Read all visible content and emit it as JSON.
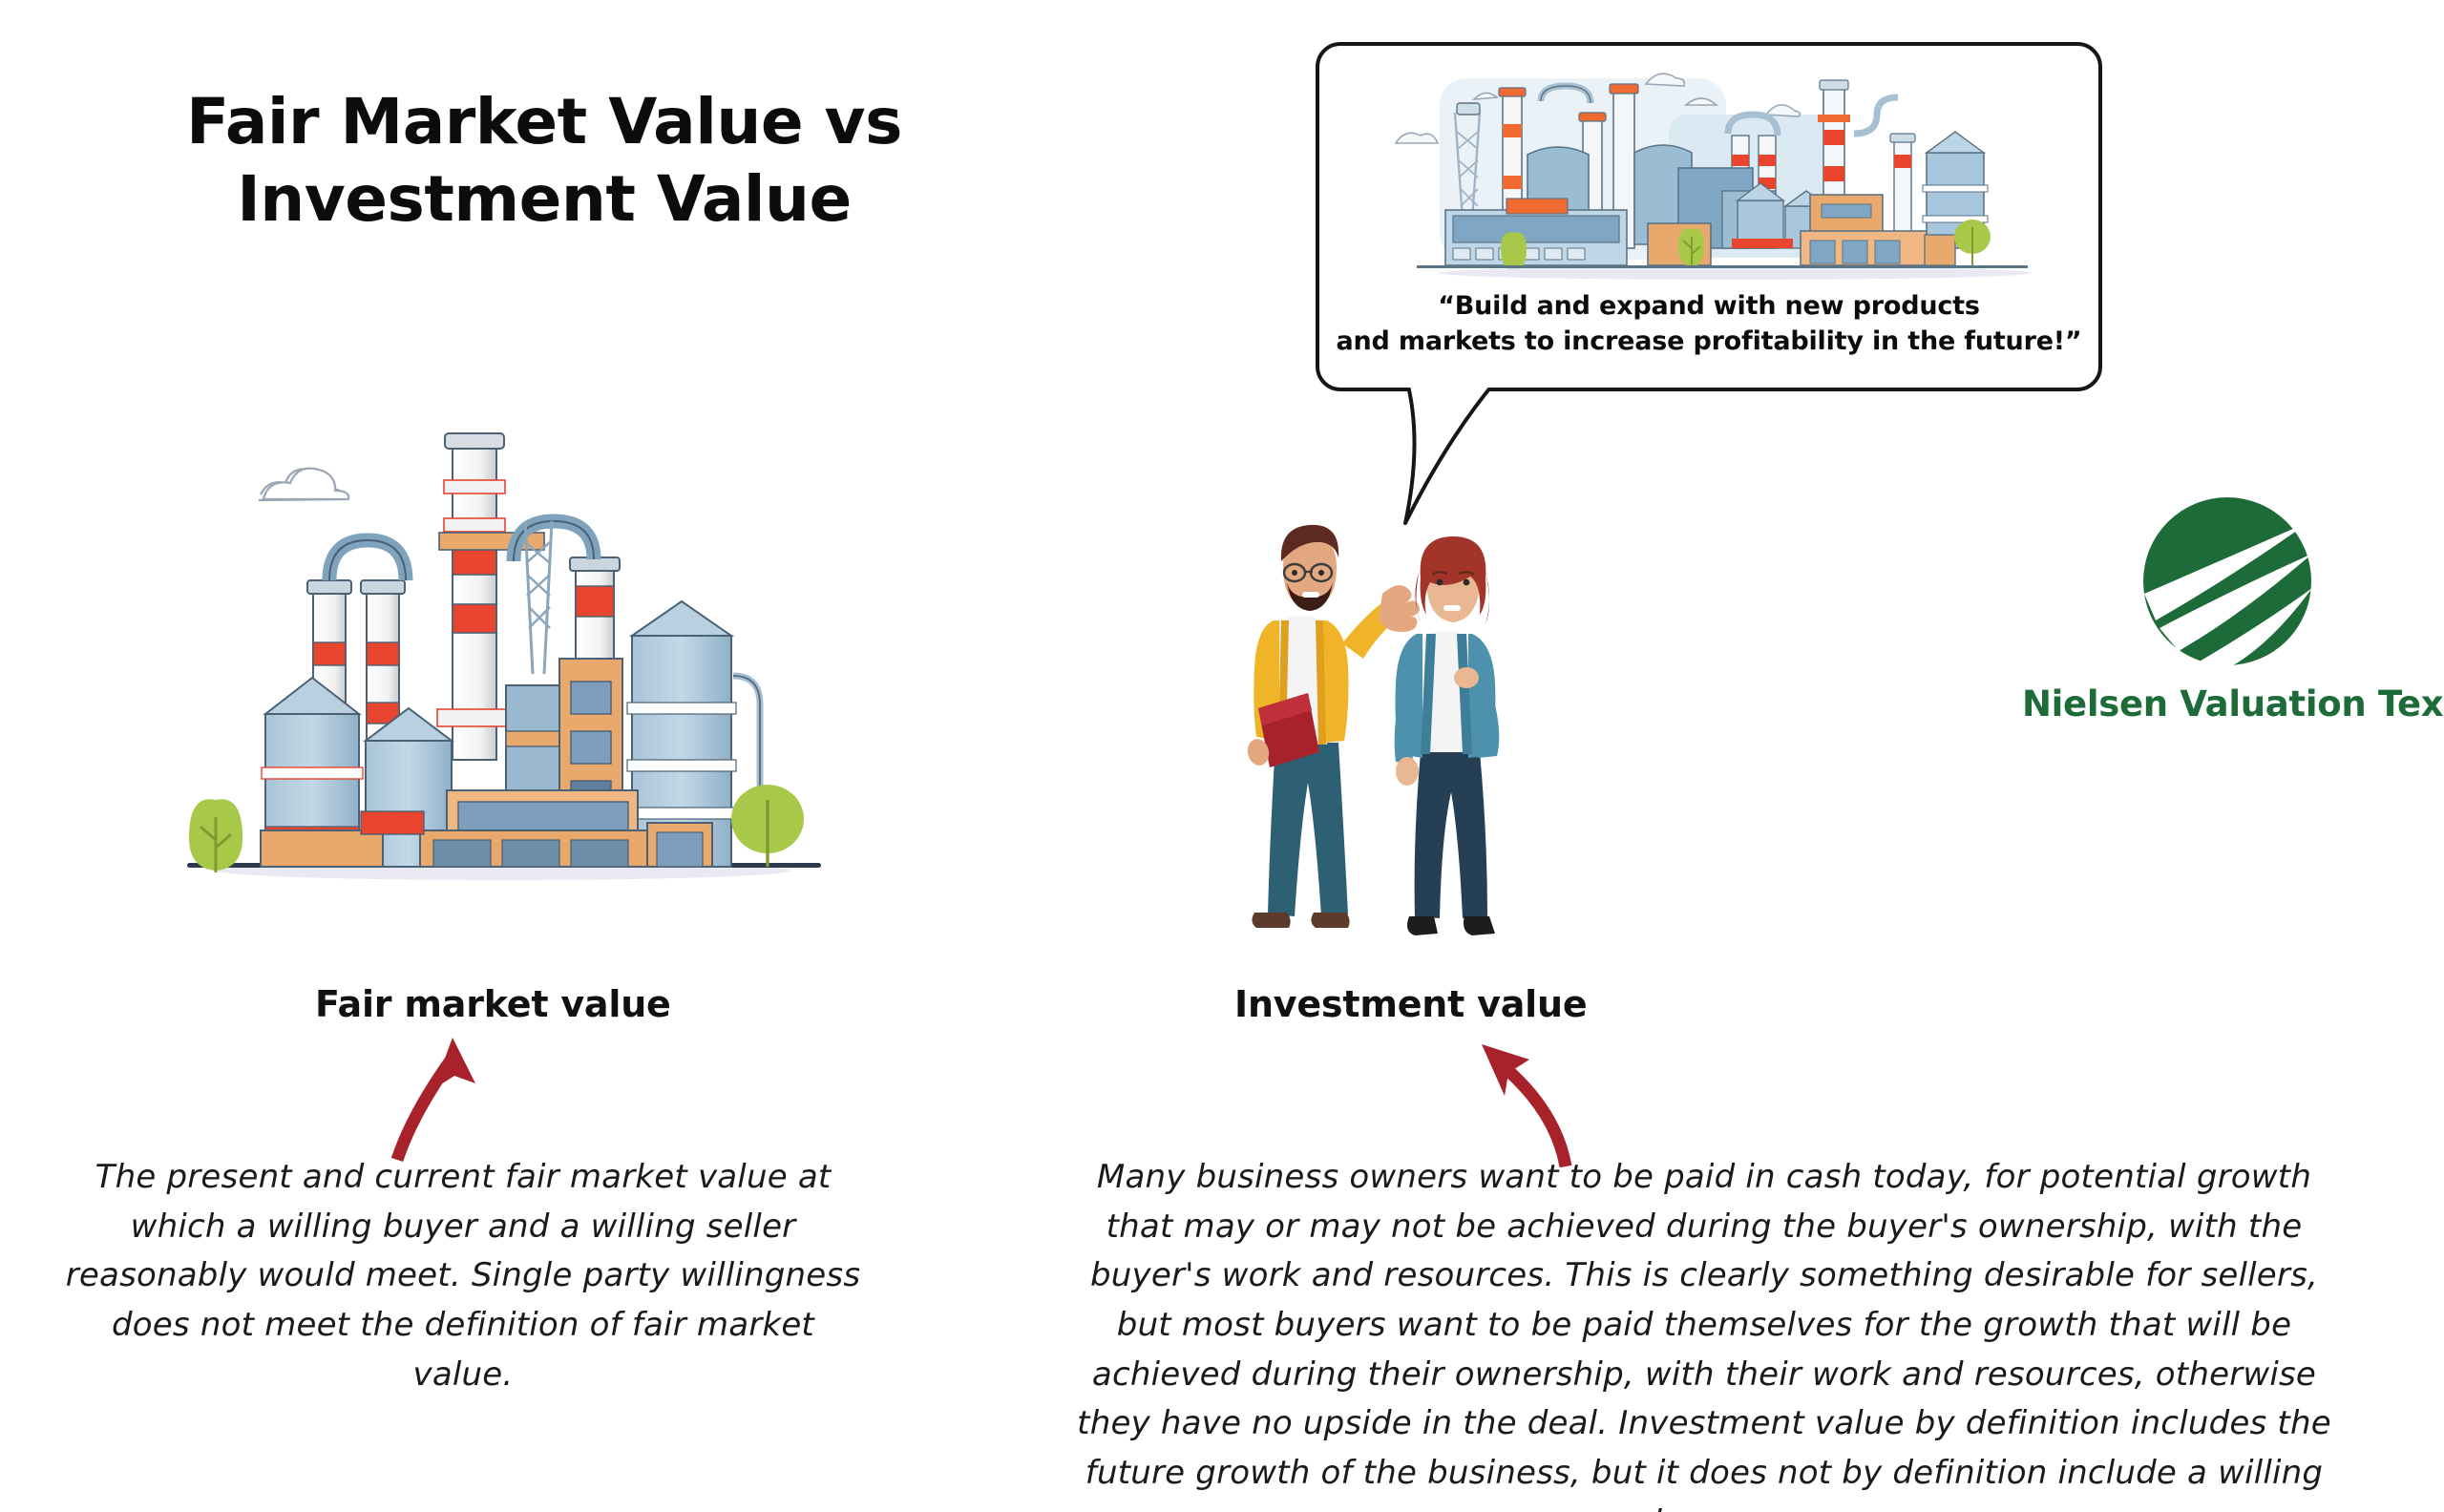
{
  "title": {
    "line1": "Fair Market Value vs",
    "line2": "Investment Value"
  },
  "sections": {
    "left": {
      "caption": "Fair market value",
      "body": "The present and current fair market value at which a willing buyer and a willing seller reasonably would meet. Single party willingness does not meet the definition of fair market value.",
      "illustration": "industrial-refinery-illustration",
      "arrow": "curved-up-arrow"
    },
    "right": {
      "caption": "Investment value",
      "body": "Many business owners want to be paid in cash today, for potential growth that may or may not be achieved during the buyer's ownership, with the buyer's work and resources. This is clearly something desirable for sellers, but most buyers want to be paid themselves for the growth that will be achieved during their ownership, with their work and resources, otherwise they have no upside in the deal. Investment value by definition includes the future growth of the business, but it does not by definition include a willing buyer.",
      "illustration": "two-business-people-illustration",
      "arrow": "curved-up-left-arrow"
    }
  },
  "speech_bubble": {
    "line1": "“Build and expand with new products",
    "line2": "and markets to increase profitability in the future!”",
    "illustration": "industrial-panorama-illustration"
  },
  "logo": {
    "name": "Nielsen Valuation Texas",
    "mark": "green-globe-swoosh-logo"
  },
  "colors": {
    "brand_green": "#1d6b38",
    "arrow_red": "#a8222c",
    "title_black": "#0c0c0c",
    "background": "#ffffff",
    "stack_red": "#e8442e",
    "silo_blue": "#8fb3cc",
    "building_orange": "#e9a96c",
    "tree_green": "#a8c84a"
  }
}
